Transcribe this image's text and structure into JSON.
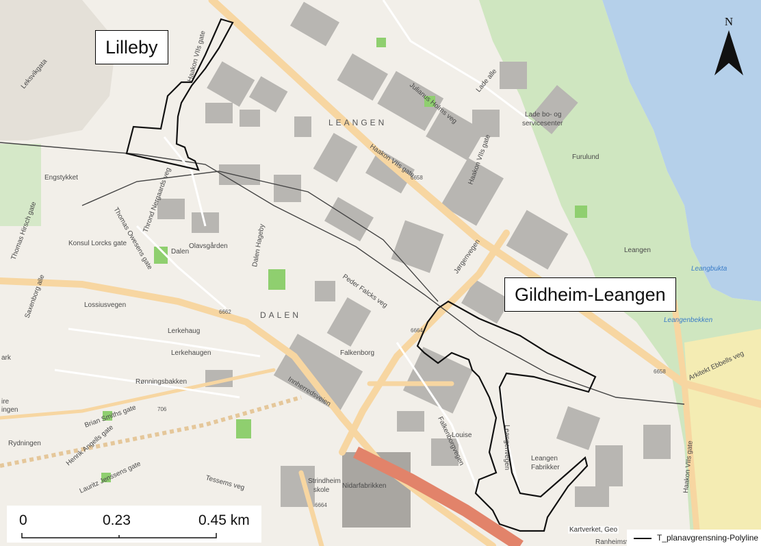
{
  "places": {
    "lilleby": "Lilleby",
    "gildheim": "Gildheim-Leangen"
  },
  "north_arrow": {
    "label": "N",
    "icon": "north-arrow-icon"
  },
  "scalebar": {
    "ticks": [
      "0",
      "0.23",
      "0.45 km"
    ]
  },
  "legend": {
    "label": "T_planavgrensning-Polyline",
    "icon": "polyline-line-icon"
  },
  "attribution": "Kartverket, Geo",
  "districts": {
    "leangen": "LEANGEN",
    "dalen": "DALEN"
  },
  "streets": {
    "haakon_vii_1": "Haakon VIIs gate",
    "haakon_vii_2": "Haakon VIIs gate",
    "haakon_vii_3": "Haakon VIIs gate",
    "haakon_vii_4": "Haakon VIIs gate",
    "julianus": "Julianus Holms veg",
    "lade_alle": "Lade alle",
    "lade_bo": "Lade bo- og",
    "servicesenter": "servicesenter",
    "furulund": "Furulund",
    "leangen": "Leangen",
    "jorgen": "Jørgenvegen",
    "peder": "Peder Falcks veg",
    "falkenborg": "Falkenborg",
    "falkenborgvegen": "Falkenborgvegen",
    "louise": "Louise",
    "leangen_fabrikker_1": "Leangen",
    "leangen_fabrikker_2": "Fabrikker",
    "leangenvegen": "Leangenvegen",
    "innherred": "Innherredsveien",
    "strindheim_1": "Strindheim",
    "strindheim_2": "skole",
    "nidar": "Nidarfabrikken",
    "ranheim": "Ranheimsv",
    "kong_arkitekt": "Arkitekt Ebbells veg",
    "engstykket": "Engstykket",
    "thomas": "Thomas Hirsch gate",
    "thomas_owesen": "Thomas Owesens gate",
    "throndn": "Thrond Nergaards veg",
    "konsul": "Konsul Lorcks gate",
    "dalen": "Dalen",
    "olavsgarden": "Olavsgården",
    "dalen_hageby": "Dalen Hageby",
    "lerkehaug": "Lerkehaug",
    "lerkehaugen": "Lerkehaugen",
    "lossius": "Lossiusvegen",
    "saxenborg": "Saxenborg alle",
    "ronning": "Rønningsbakken",
    "brian": "Brian Smiths gate",
    "rydningen": "Rydningen",
    "henrik": "Henrik Angells gate",
    "lauritz": "Lauritz Jenssens gate",
    "tessems": "Tessems veg",
    "ark": "ark",
    "ingen": "ingen",
    "ire": "ire",
    "leksvik": "Leksvikgata",
    "leangbukta": "Leangbukta",
    "leangenbekken": "Leangenbekken",
    "rd_6658_1": "6658",
    "rd_6658_2": "6658",
    "rd_6662": "6662",
    "rd_6664": "6664",
    "rd_706": "706",
    "rd_6664b": "6664"
  }
}
